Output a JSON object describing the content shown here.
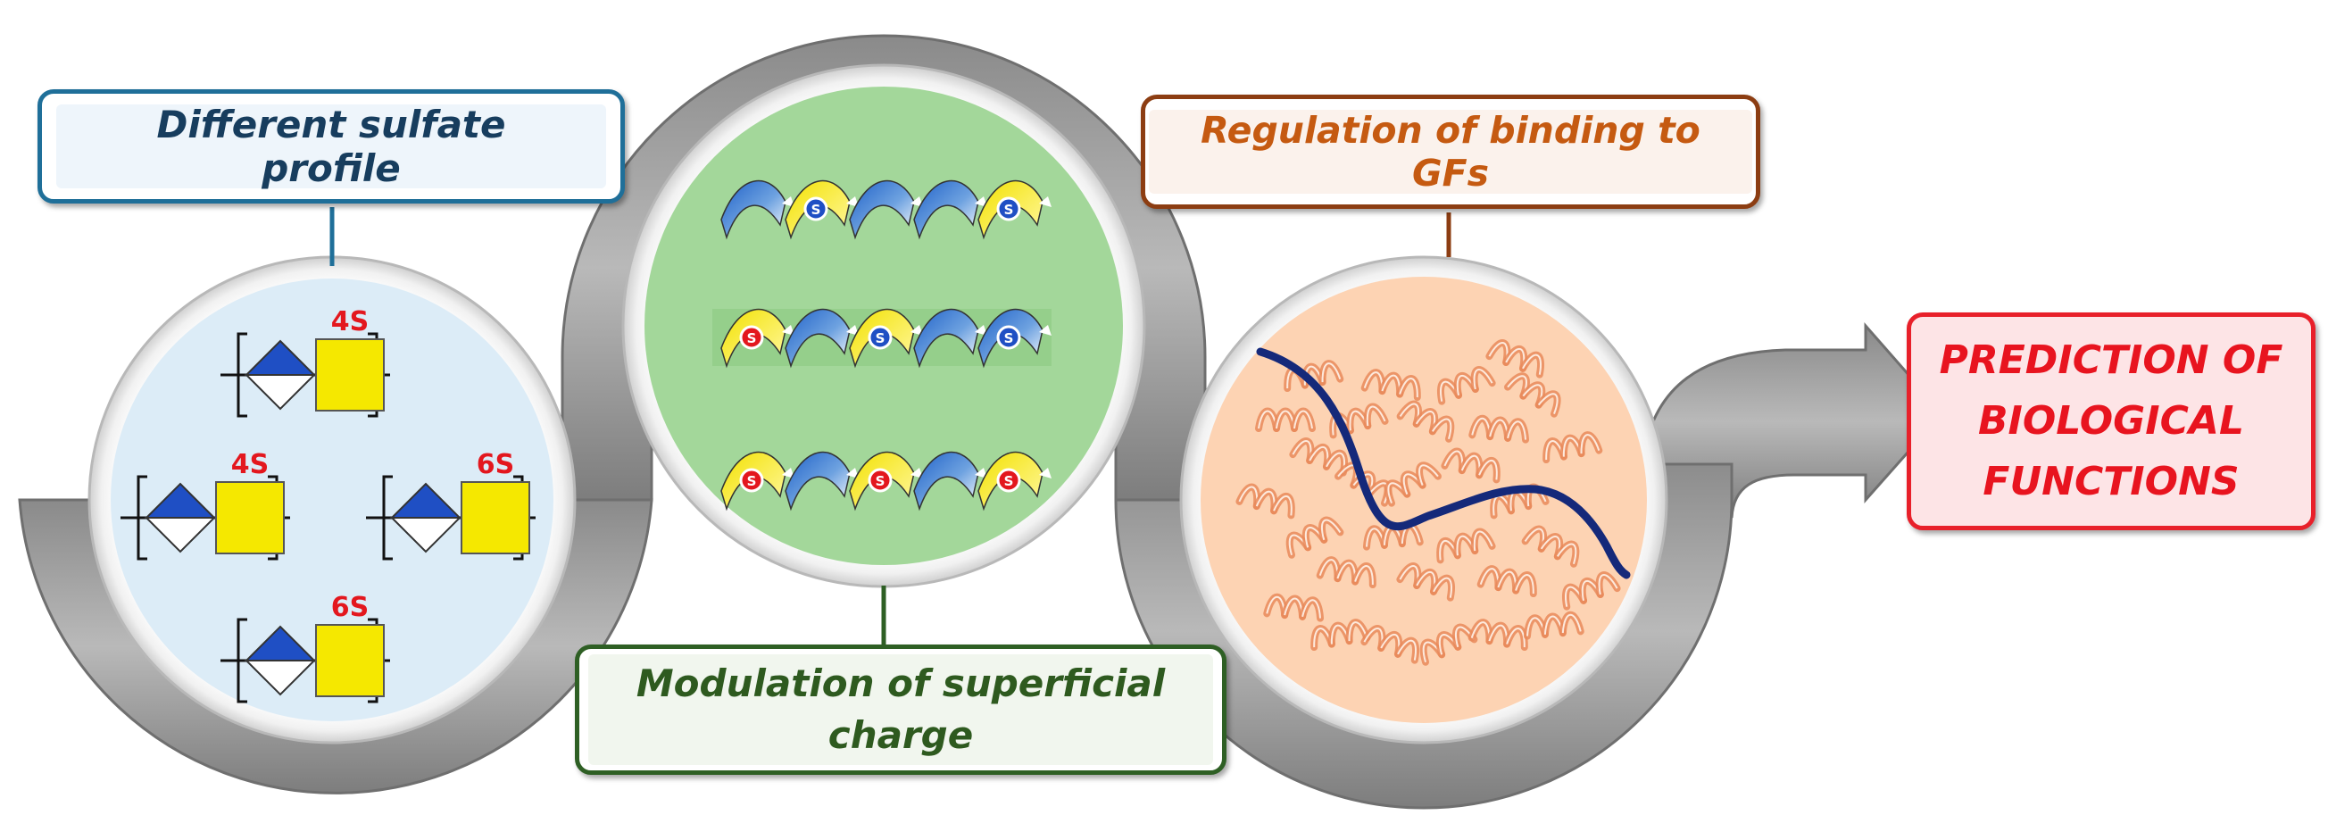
{
  "labels": {
    "sulfate": "Different sulfate profile",
    "binding": "Regulation of binding to GFs",
    "charge": "Modulation of superficial charge",
    "prediction": "PREDICTION OF BIOLOGICAL FUNCTIONS"
  },
  "sugar_labels": {
    "top": "4S",
    "mid_left": "4S",
    "mid_right": "6S",
    "bottom": "6S"
  },
  "helix_charge_marker": "S",
  "colors": {
    "track": "#9a9a9a",
    "sulfate_circle": "#dcecf7",
    "charge_circle": "#a3d79a",
    "binding_circle": "#fdd3b3",
    "protein": "#e98a5a",
    "ligand_strand": "#15297a",
    "sugar_blue": "#1f4fc4",
    "sugar_yellow": "#f5e800",
    "sulfate_text": "#e3171e",
    "prediction_text": "#e8141f"
  }
}
